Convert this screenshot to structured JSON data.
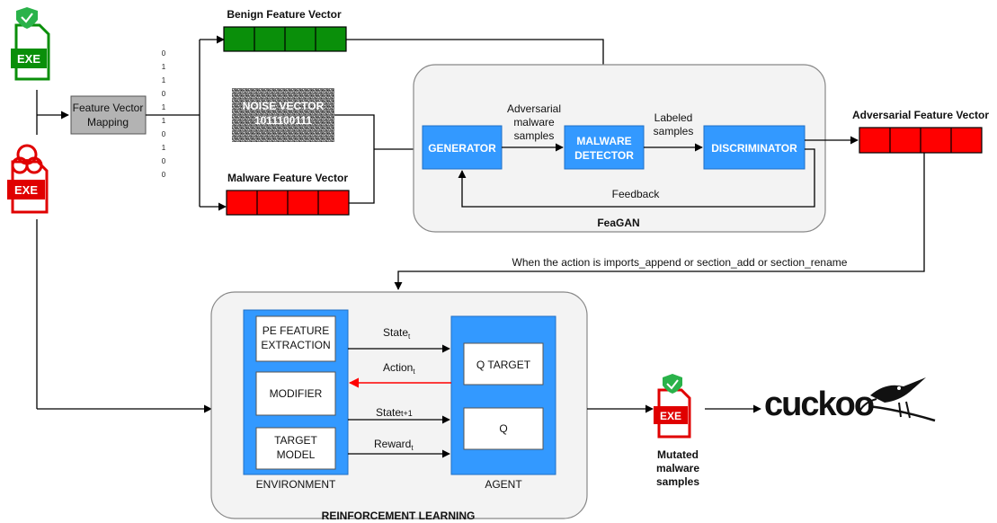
{
  "mapping": {
    "label_line1": "Feature Vector",
    "label_line2": "Mapping",
    "bits": [
      "0",
      "1",
      "1",
      "0",
      "1",
      "1",
      "0",
      "1",
      "0",
      "0"
    ]
  },
  "vectors": {
    "benign_label": "Benign Feature Vector",
    "malware_label": "Malware Feature Vector",
    "adversarial_label": "Adversarial Feature Vector",
    "benign_color": "#0a8f0a",
    "malware_color": "#ff0000"
  },
  "noise": {
    "title": "NOISE VECTOR",
    "bits": "1011100111"
  },
  "feagan": {
    "title": "FeaGAN",
    "generator": "GENERATOR",
    "detector_line1": "MALWARE",
    "detector_line2": "DETECTOR",
    "discriminator": "DISCRIMINATOR",
    "adv_samples_line1": "Adversarial",
    "adv_samples_line2": "malware",
    "adv_samples_line3": "samples",
    "labeled_line1": "Labeled",
    "labeled_line2": "samples",
    "feedback": "Feedback",
    "block_color": "#3399ff"
  },
  "condition": "When the action is  imports_append or section_add or section_rename",
  "rl": {
    "title": "REINFORCEMENT LEARNING",
    "environment": "ENVIRONMENT",
    "agent": "AGENT",
    "pe_line1": "PE FEATURE",
    "pe_line2": "EXTRACTION",
    "modifier": "MODIFIER",
    "target_line1": "TARGET",
    "target_line2": "MODEL",
    "q_target": "Q TARGET",
    "q": "Q",
    "state": "State",
    "action": "Action",
    "next_state": "State",
    "reward": "Reward",
    "sub_t": "t",
    "sub_t1": "t+1",
    "action_color": "#ff0000"
  },
  "output": {
    "line1": "Mutated",
    "line2": "malware",
    "line3": "samples"
  },
  "icons": {
    "exe": "EXE",
    "cuckoo": "cuckoo"
  }
}
